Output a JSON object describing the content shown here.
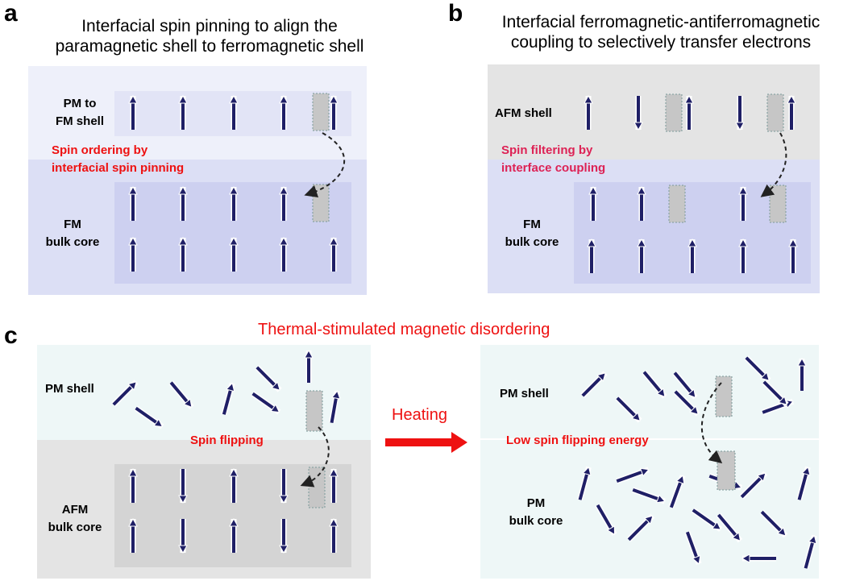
{
  "panels": {
    "a": {
      "letter": "a",
      "title_line1": "Interfacial spin pinning to align the",
      "title_line2": "paramagnetic shell to ferromagnetic shell",
      "shell_label_line1": "PM to",
      "shell_label_line2": "FM shell",
      "core_label_line1": "FM",
      "core_label_line2": "bulk core",
      "annotation_line1": "Spin ordering by",
      "annotation_line2": "interfacial spin pinning",
      "shell_spins": [
        "up",
        "up",
        "up",
        "up",
        "vacancy-up"
      ],
      "core_spins_row1": [
        "up",
        "up",
        "up",
        "up",
        "vacancy"
      ],
      "core_spins_row2": [
        "up",
        "up",
        "up",
        "up",
        "up"
      ]
    },
    "b": {
      "letter": "b",
      "title_line1": "Interfacial ferromagnetic-antiferromagnetic",
      "title_line2": "coupling to selectively transfer electrons",
      "shell_label": "AFM shell",
      "core_label_line1": "FM",
      "core_label_line2": "bulk core",
      "annotation_line1": "Spin filtering by",
      "annotation_line2": "interface coupling",
      "shell_spins": [
        "up",
        "down",
        "vacancy-up",
        "down",
        "vacancy-up"
      ],
      "core_spins_row1": [
        "up",
        "up",
        "vacancy",
        "up",
        "vacancy"
      ],
      "core_spins_row2": [
        "up",
        "up",
        "up",
        "up",
        "up"
      ]
    },
    "c": {
      "letter": "c",
      "title": "Thermal-stimulated magnetic disordering",
      "heating_label": "Heating",
      "left": {
        "shell_label": "PM shell",
        "core_label_line1": "AFM",
        "core_label_line2": "bulk core",
        "annotation": "Spin flipping"
      },
      "right": {
        "shell_label": "PM shell",
        "core_label_line1": "PM",
        "core_label_line2": "bulk core",
        "annotation": "Low spin flipping energy"
      }
    }
  },
  "colors": {
    "spin_arrow": "#1f1f66",
    "annotation_red": "#ee1111",
    "pm_shell_bg": "#eef0fa",
    "fm_core_bg": "#dcdff5",
    "fm_core_inner": "#cdd0f0",
    "afm_bg": "#e4e4e4",
    "afm_inner": "#d4d4d4",
    "pm_bg": "#eef7f7",
    "vacancy": "#c6c6c6"
  }
}
